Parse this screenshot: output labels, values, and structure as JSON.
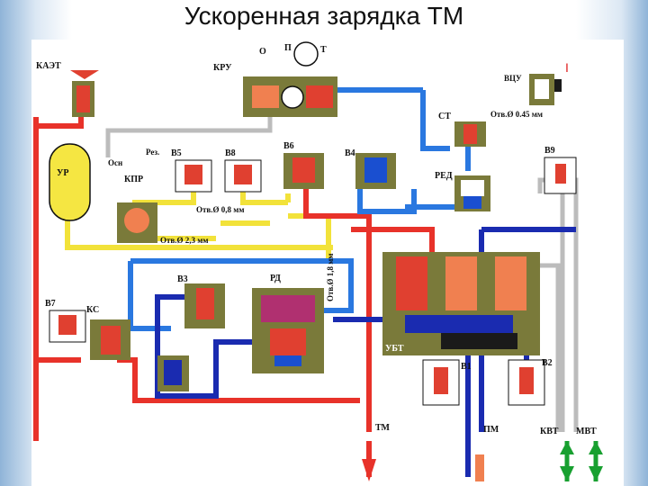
{
  "title": "Ускоренная зарядка ТМ",
  "labels": {
    "kaet": "КАЭТ",
    "kru": "КРУ",
    "kru_o": "О",
    "kru_p": "П",
    "kru_t": "Т",
    "vtsu": "ВЦУ",
    "vtsu_mark": "I",
    "st": "СТ",
    "otv_045": "Отв.Ø 0.45 мм",
    "v9": "В9",
    "red": "РЕД",
    "ur": "УР",
    "osn": "Осн",
    "rez": "Рез.",
    "kpr": "КПР",
    "v5": "В5",
    "v8": "В8",
    "v6": "В6",
    "v4": "В4",
    "otv_08": "Отв.Ø 0,8 мм",
    "otv_23": "Отв.Ø 2,3 мм",
    "otv_18": "Отв.Ø 1,8 мм",
    "v3": "В3",
    "rd": "РД",
    "v7": "В7",
    "ks": "КС",
    "ubt": "УБТ",
    "v1": "В1",
    "v2": "В2",
    "tm": "ТМ",
    "pm": "ПМ",
    "kvt": "КВТ",
    "mvt": "МВТ"
  },
  "colors": {
    "red_line": "#e8322a",
    "blue_line": "#1a4fd0",
    "dark_blue_line": "#1a2bb0",
    "yellow_line": "#f5e642",
    "grey_line": "#c8c8c8",
    "body_olive": "#7a7a3a",
    "valve_red": "#e04030",
    "valve_orange": "#f08050",
    "arrow_green": "#18a030"
  }
}
